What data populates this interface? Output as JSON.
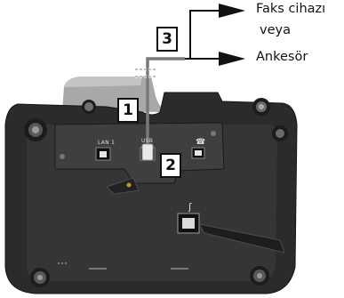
{
  "labels": {
    "fax": "Faks cihazı",
    "or": "veya",
    "handset": "Ankesör"
  },
  "callouts": {
    "c1": "1",
    "c2": "2",
    "c3": "3"
  },
  "port_labels": {
    "lan": "LAN 1",
    "usb": "USB"
  },
  "colors": {
    "base_body": "#2b2b2b",
    "stand": "#a9a9a9",
    "panel": "#3a3a3a",
    "cable": "#7a7a7a"
  }
}
